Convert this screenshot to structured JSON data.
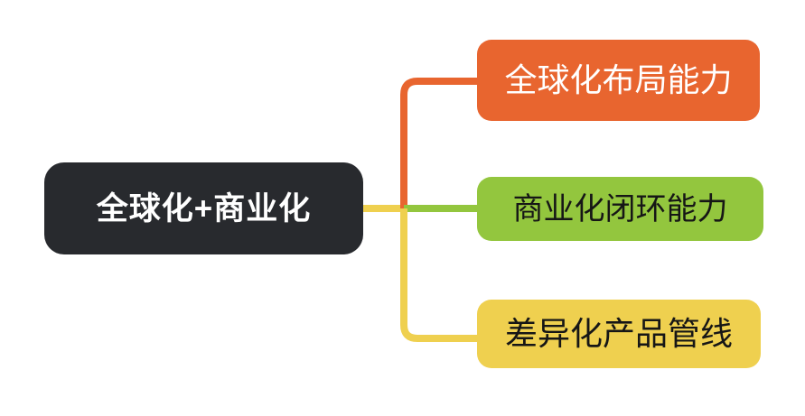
{
  "diagram": {
    "type": "mind-map",
    "orientation": "horizontal-right",
    "background_color": "#FFFFFF",
    "root": {
      "label": "全球化+商业化",
      "fill_color": "#282A2E",
      "text_color": "#FFFFFF"
    },
    "branches": [
      {
        "label": "全球化布局能力",
        "fill_color": "#E8652F",
        "text_color": "#FFFFFF",
        "connector_color": "#E8652F",
        "connector_shape": "elbow-up"
      },
      {
        "label": "商业化闭环能力",
        "fill_color": "#93C63E",
        "text_color": "#161616",
        "connector_color": "#93C63E",
        "connector_shape": "straight"
      },
      {
        "label": "差异化产品管线",
        "fill_color": "#EFD04F",
        "text_color": "#161616",
        "connector_color": "#EFD04F",
        "connector_shape": "elbow-down"
      }
    ],
    "trunk": {
      "color": "#EFD04F",
      "stroke_width": 8
    }
  }
}
